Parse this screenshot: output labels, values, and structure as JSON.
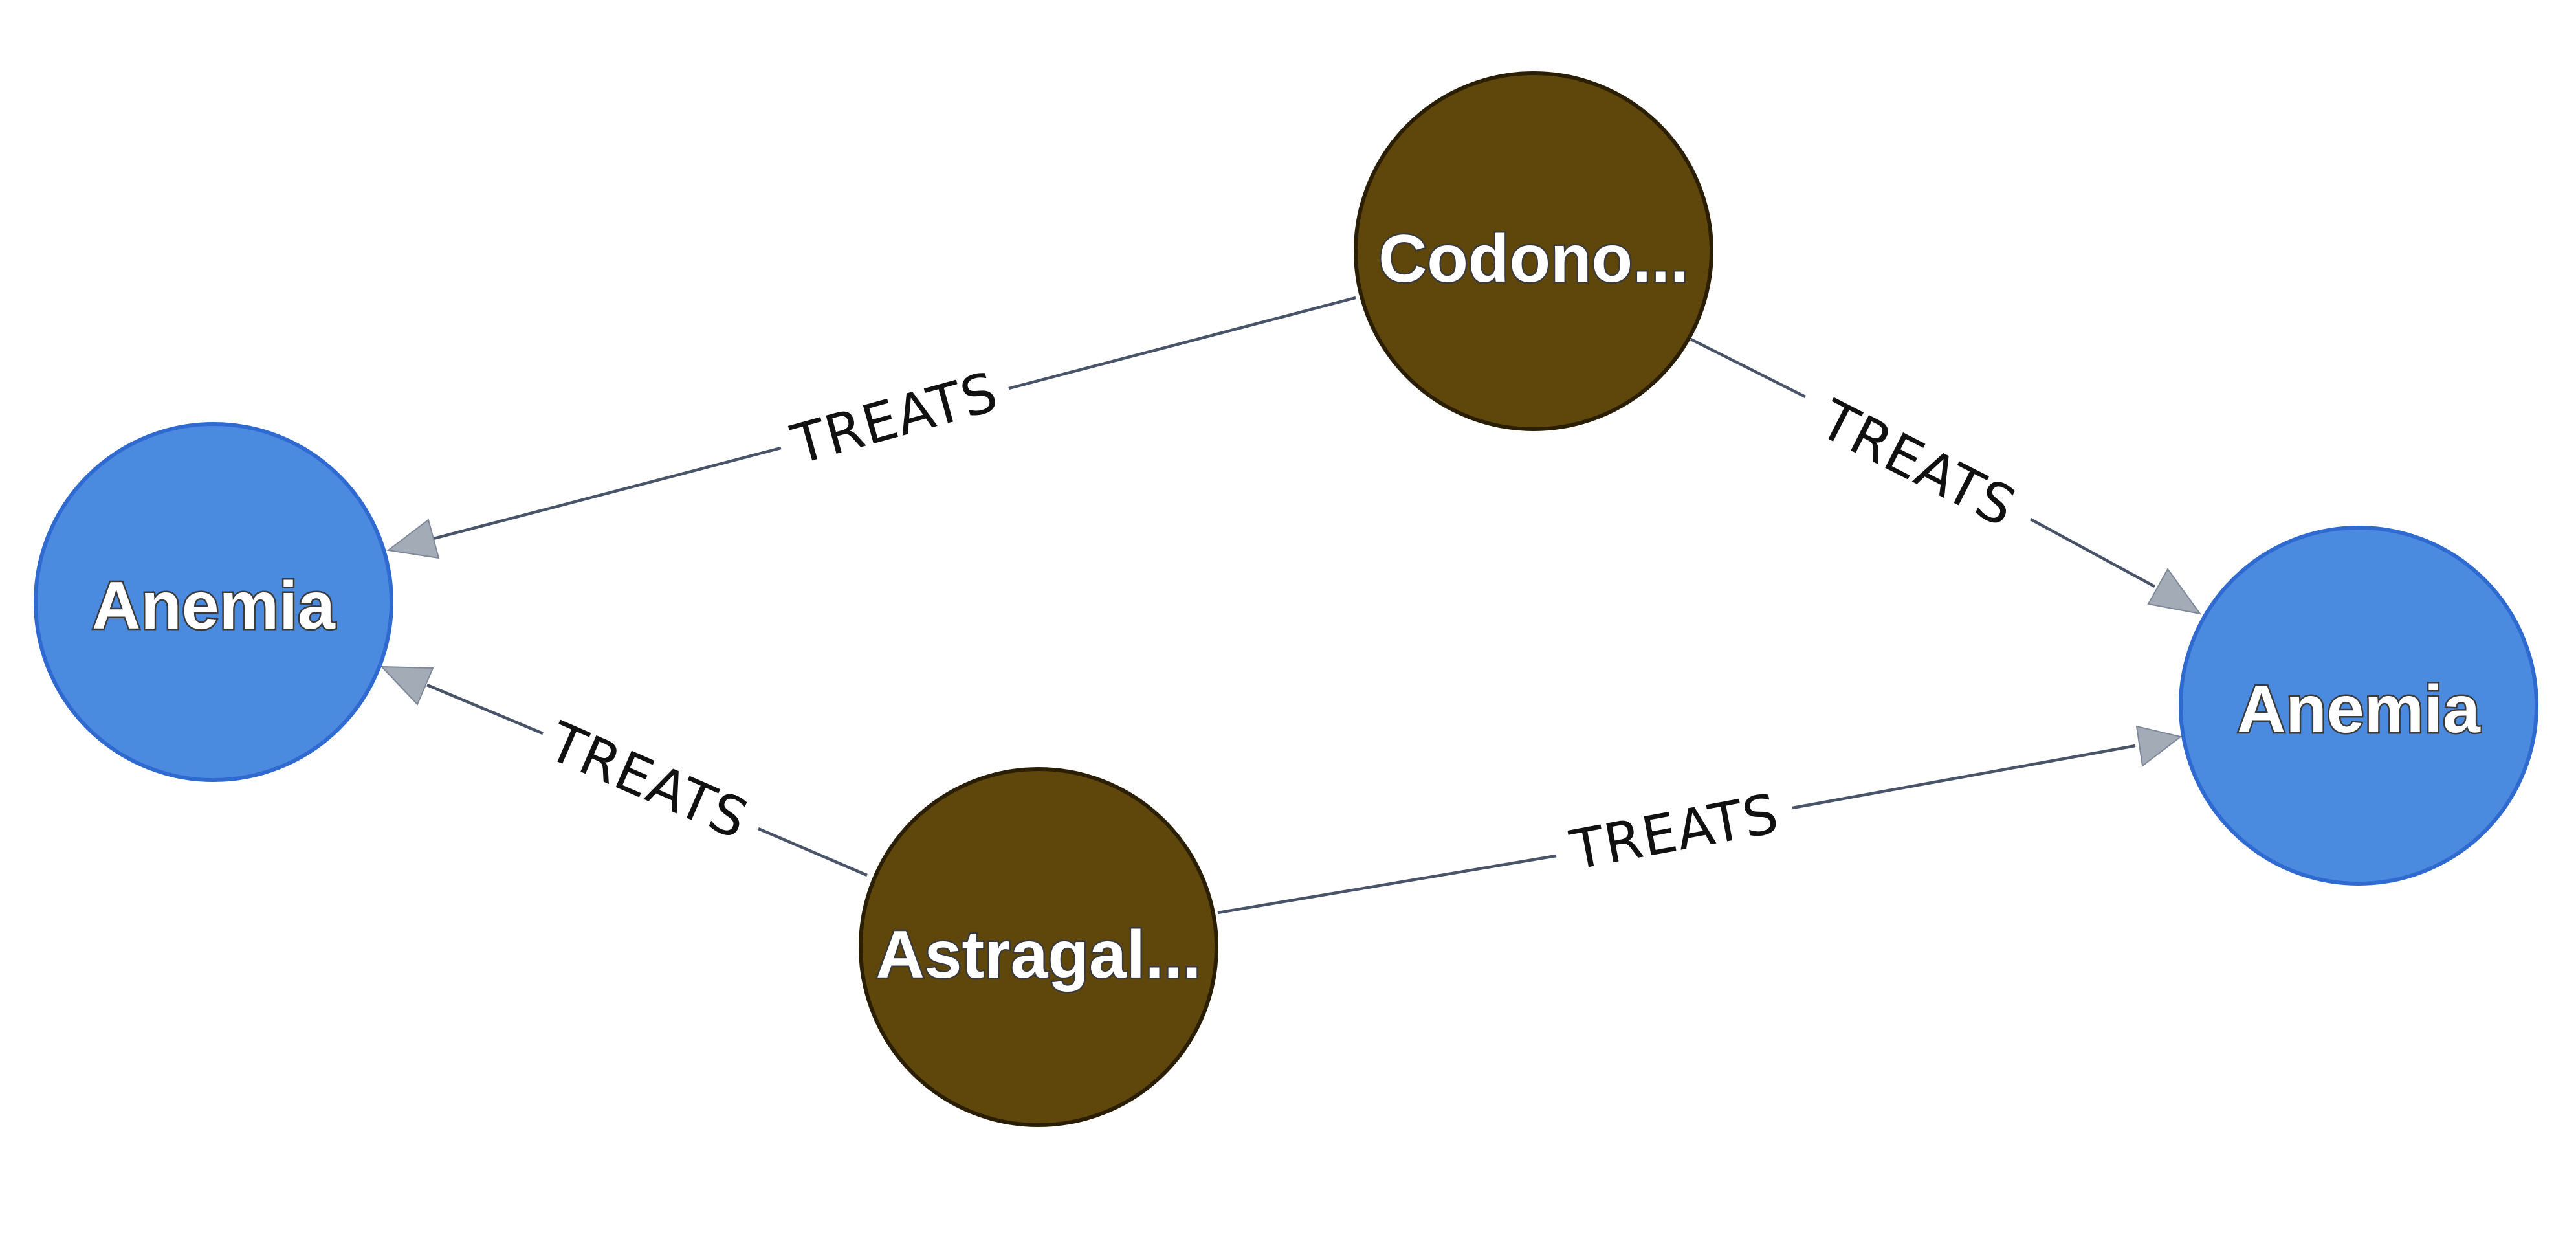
{
  "graph": {
    "colors": {
      "disease_fill": "#4a8be0",
      "disease_stroke": "#2f6ad0",
      "herb_fill": "#5f460b",
      "herb_stroke": "#2a1f05",
      "edge": "#4a5468",
      "arrow": "#a3abb7"
    },
    "nodes": [
      {
        "id": "anemia-left",
        "label": "Anemia",
        "category": "disease"
      },
      {
        "id": "anemia-right",
        "label": "Anemia",
        "category": "disease"
      },
      {
        "id": "codono",
        "label": "Codono...",
        "category": "herb"
      },
      {
        "id": "astragal",
        "label": "Astragal...",
        "category": "herb"
      }
    ],
    "edges": [
      {
        "from": "codono",
        "to": "anemia-left",
        "label": "TREATS"
      },
      {
        "from": "codono",
        "to": "anemia-right",
        "label": "TREATS"
      },
      {
        "from": "astragal",
        "to": "anemia-left",
        "label": "TREATS"
      },
      {
        "from": "astragal",
        "to": "anemia-right",
        "label": "TREATS"
      }
    ]
  }
}
